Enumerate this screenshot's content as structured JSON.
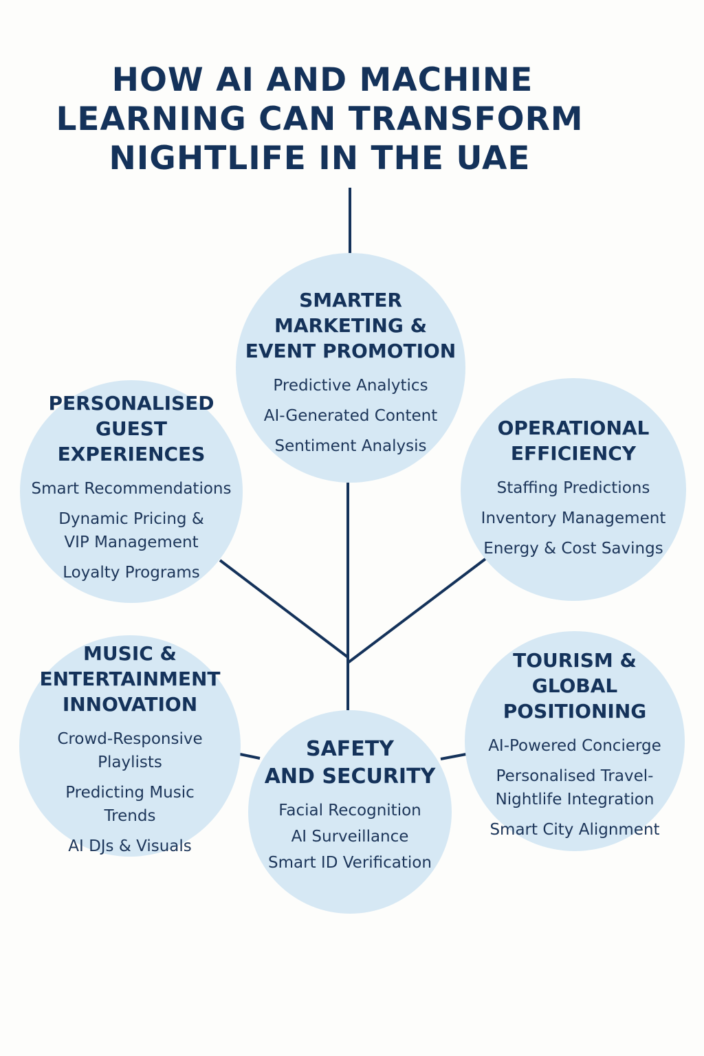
{
  "title": {
    "line1": "HOW AI AND MACHINE",
    "line2": "LEARNING CAN TRANSFORM",
    "line3": "NIGHTLIFE IN THE UAE"
  },
  "nodes": {
    "marketing": {
      "title": [
        "SMARTER",
        "MARKETING &",
        "EVENT PROMOTION"
      ],
      "items": [
        "Predictive Analytics",
        "AI-Generated Content",
        "Sentiment Analysis"
      ]
    },
    "guest": {
      "title": [
        "PERSONALISED",
        "GUEST",
        "EXPERIENCES"
      ],
      "items": [
        "Smart Recommendations",
        "Dynamic Pricing &",
        "VIP Management",
        "Loyalty Programs"
      ]
    },
    "operations": {
      "title": [
        "OPERATIONAL",
        "EFFICIENCY"
      ],
      "items": [
        "Staffing Predictions",
        "Inventory Management",
        "Energy & Cost Savings"
      ]
    },
    "music": {
      "title": [
        "MUSIC &",
        "ENTERTAINMENT",
        "INNOVATION"
      ],
      "items": [
        "Crowd-Responsive",
        "Playlists",
        "Predicting Music",
        "Trends",
        "AI DJs & Visuals"
      ]
    },
    "safety": {
      "title": [
        "SAFETY",
        "AND SECURITY"
      ],
      "items": [
        "Facial Recognition",
        "AI Surveillance",
        "Smart ID Verification"
      ]
    },
    "tourism": {
      "title": [
        "TOURISM &",
        "GLOBAL",
        "POSITIONING"
      ],
      "items": [
        "AI-Powered Concierge",
        "Personalised Travel-",
        "Nightlife Integration",
        "Smart City Alignment"
      ]
    }
  },
  "colors": {
    "background": "#fdfdfb",
    "circle_fill": "#d6e8f4",
    "text_navy": "#14325a",
    "line": "#14325a"
  }
}
